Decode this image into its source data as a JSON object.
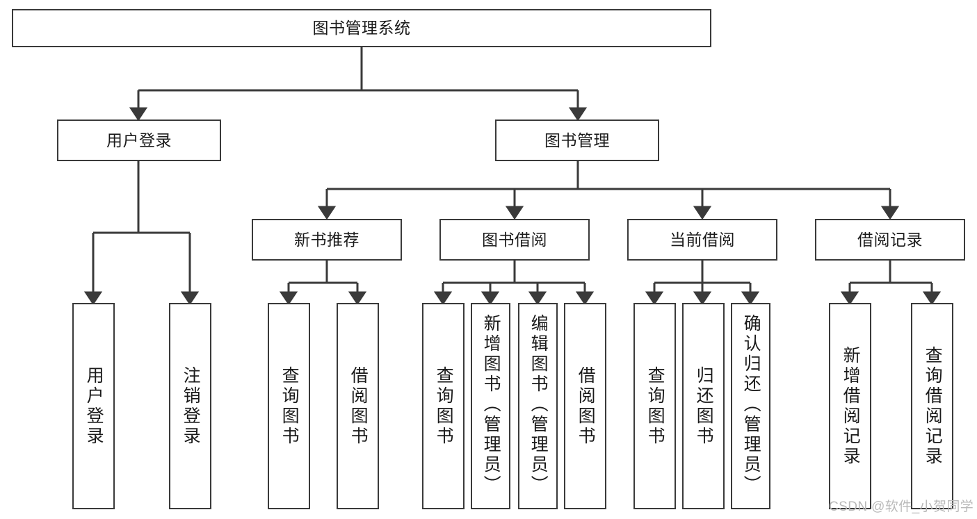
{
  "diagram": {
    "type": "tree-hierarchy",
    "title": "图书管理系统",
    "root": {
      "id": "root",
      "label": "图书管理系统"
    },
    "level2": [
      {
        "id": "user-login",
        "label": "用户登录"
      },
      {
        "id": "book-manage",
        "label": "图书管理"
      }
    ],
    "level3": [
      {
        "id": "new-book-rec",
        "label": "新书推荐",
        "parent": "book-manage"
      },
      {
        "id": "book-borrow",
        "label": "图书借阅",
        "parent": "book-manage"
      },
      {
        "id": "current-borrow",
        "label": "当前借阅",
        "parent": "book-manage"
      },
      {
        "id": "borrow-record",
        "label": "借阅记录",
        "parent": "book-manage"
      }
    ],
    "leaves": [
      {
        "id": "leaf-user-login",
        "label": "用户登录",
        "parent": "user-login"
      },
      {
        "id": "leaf-logout",
        "label": "注销登录",
        "parent": "user-login"
      },
      {
        "id": "leaf-query-book-1",
        "label": "查询图书",
        "parent": "new-book-rec"
      },
      {
        "id": "leaf-borrow-book-1",
        "label": "借阅图书",
        "parent": "new-book-rec"
      },
      {
        "id": "leaf-query-book-2",
        "label": "查询图书",
        "parent": "book-borrow"
      },
      {
        "id": "leaf-add-book",
        "label": "新增图书（管理员）",
        "parent": "book-borrow"
      },
      {
        "id": "leaf-edit-book",
        "label": "编辑图书（管理员）",
        "parent": "book-borrow"
      },
      {
        "id": "leaf-borrow-book-2",
        "label": "借阅图书",
        "parent": "book-borrow"
      },
      {
        "id": "leaf-query-book-3",
        "label": "查询图书",
        "parent": "current-borrow"
      },
      {
        "id": "leaf-return-book",
        "label": "归还图书",
        "parent": "current-borrow"
      },
      {
        "id": "leaf-confirm-return",
        "label": "确认归还（管理员）",
        "parent": "current-borrow"
      },
      {
        "id": "leaf-add-record",
        "label": "新增借阅记录",
        "parent": "borrow-record"
      },
      {
        "id": "leaf-query-record",
        "label": "查询借阅记录",
        "parent": "borrow-record"
      }
    ],
    "colors": {
      "stroke": "#3a3a3a",
      "text": "#1a1a1a",
      "background": "#ffffff",
      "watermark": "#b9b9b9"
    }
  },
  "watermark": {
    "text": "CSDN @软件_小贺同学"
  }
}
